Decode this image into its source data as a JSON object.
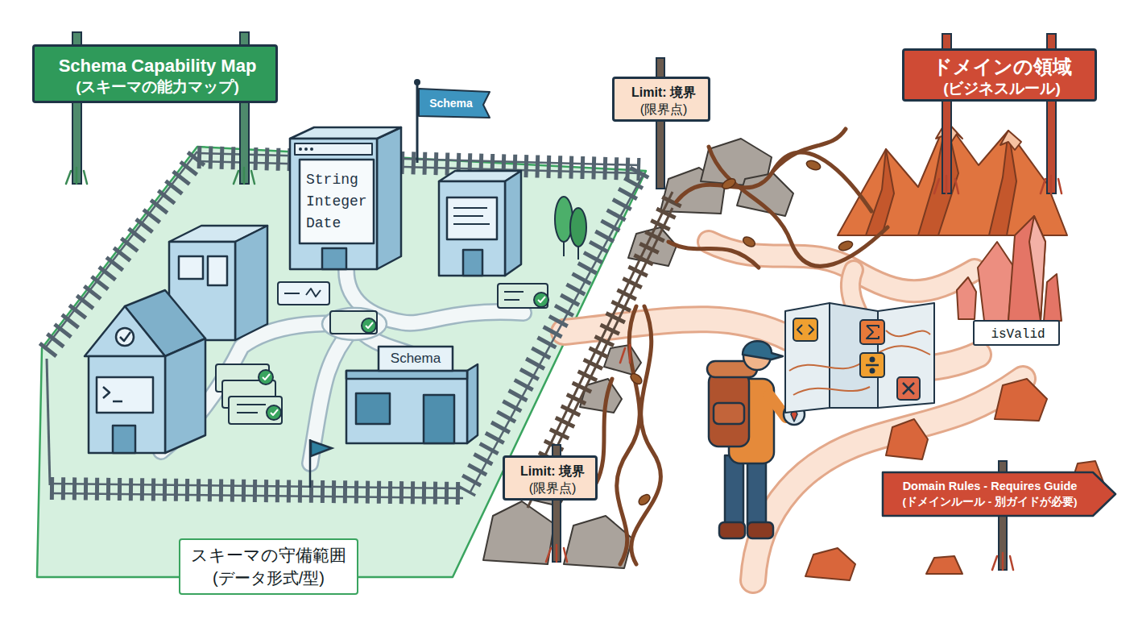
{
  "diagram": {
    "nodes": [
      {
        "text": [
          "Schema Capability Map",
          "(スキーマの能力マップ)"
        ]
      },
      {
        "text": [
          "スキーマの守備範囲",
          "(データ形式/型)"
        ]
      },
      {
        "text": [
          "Schema"
        ],
        "in": 1
      },
      {
        "text": [
          "String Integer Date"
        ],
        "in": 1
      },
      {
        "text": [
          "Schema"
        ],
        "in": 1
      },
      {
        "text": [
          "Limit: 境界",
          "(限界点)"
        ]
      },
      {
        "text": [
          "ドメインの領域",
          "(ビジネスルール)"
        ]
      },
      {
        "text": [
          "isValid"
        ]
      },
      {
        "text": [
          "Limit: 境界",
          "(限界点)"
        ]
      },
      {
        "text": [
          "Domain Rules - Requires Guide",
          "(ドメインルール - 別ガイドが必要)"
        ]
      }
    ]
  }
}
